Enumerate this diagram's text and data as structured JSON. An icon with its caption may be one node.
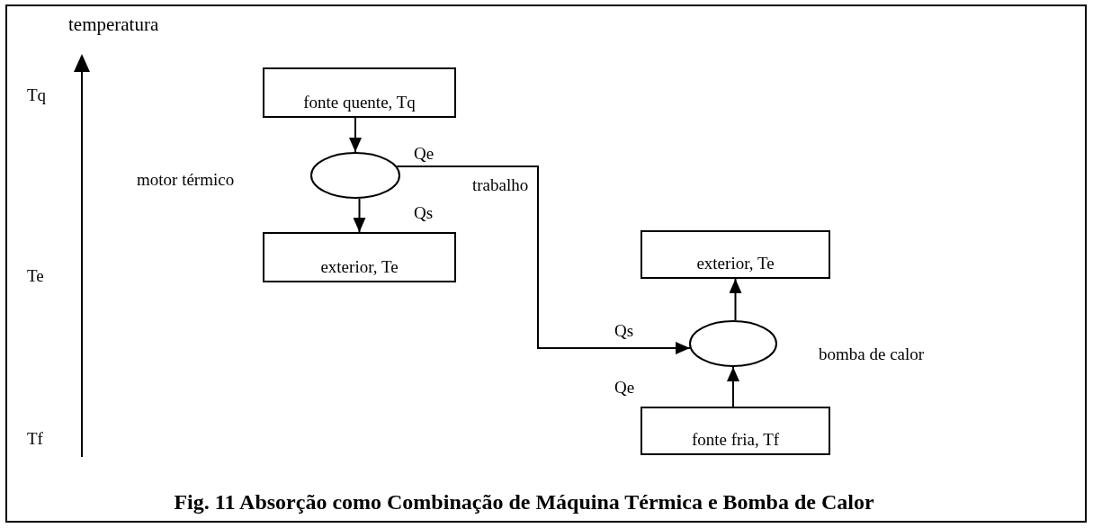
{
  "diagram": {
    "caption": "Fig. 11 Absorção como Combinação de Máquina Térmica e Bomba de Calor",
    "nodes": [
      {
        "text": [
          "fonte quente, Tq"
        ]
      },
      {
        "text": [],
        "shape": "ellipse"
      },
      {
        "text": [
          "exterior, Te"
        ]
      },
      {
        "text": [
          "exterior, Te"
        ]
      },
      {
        "text": [],
        "shape": "ellipse",
        "beside": [
          "bomba de calor"
        ]
      },
      {
        "text": [
          "fonte fria, Tf"
        ]
      }
    ],
    "edges": [
      {
        "from": 0,
        "to": 1,
        "arrow": "to"
      },
      {
        "from": 1,
        "to": 2,
        "arrow": "to"
      },
      {
        "from": 1,
        "to": 4,
        "arrow": "to",
        "label": "trabalho"
      },
      {
        "from": 5,
        "to": 4,
        "arrow": "to"
      },
      {
        "from": 4,
        "to": 3,
        "arrow": "to"
      }
    ],
    "labels": [
      "temperatura",
      "Tq",
      "Qe",
      "motor térmico",
      "Qs",
      "Te",
      "Qs",
      "Qe",
      "Tf"
    ]
  }
}
